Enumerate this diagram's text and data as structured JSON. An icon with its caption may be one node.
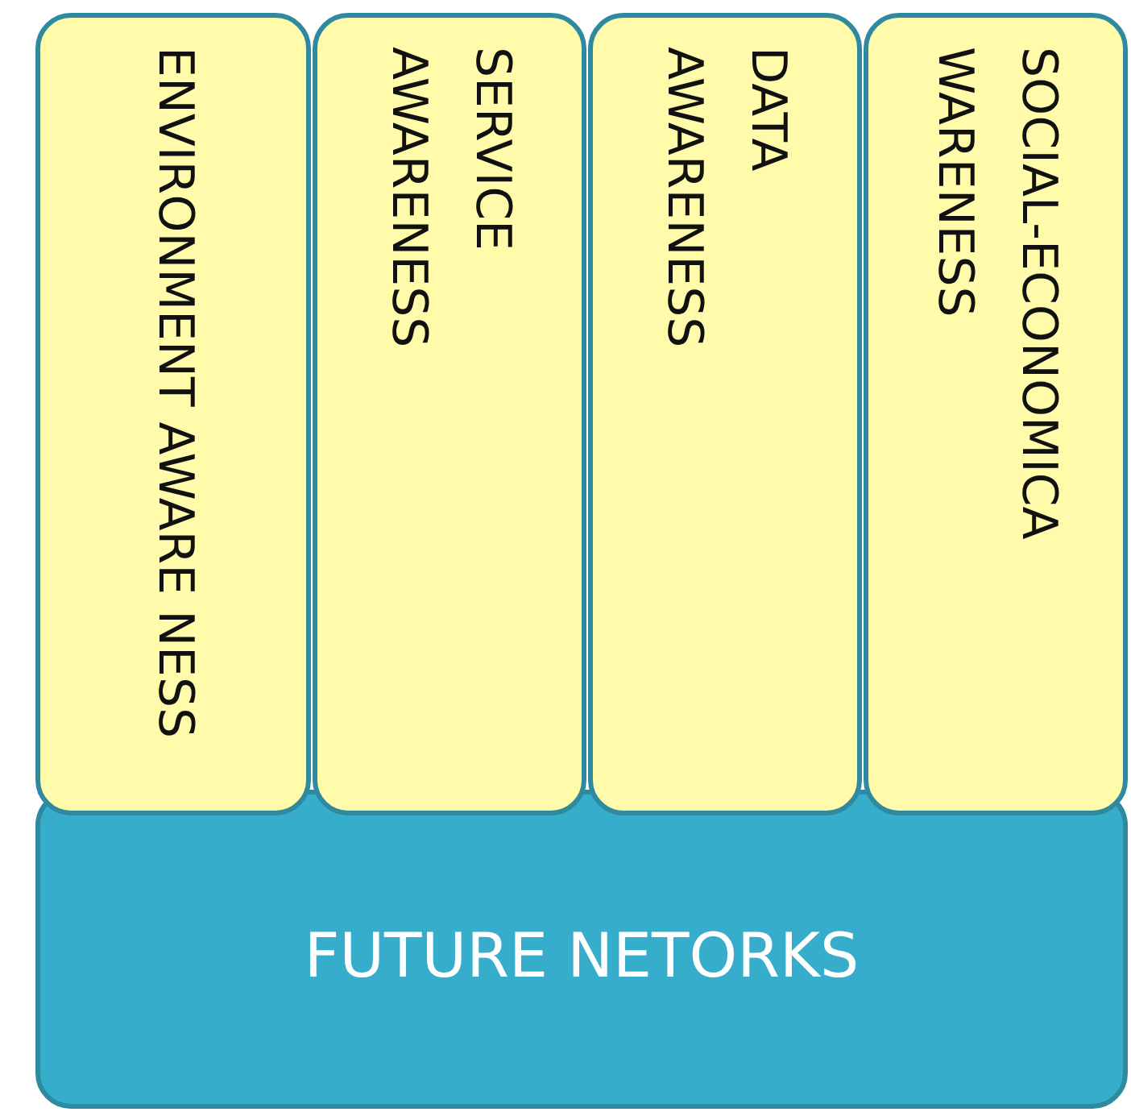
{
  "diagram": {
    "nodes": [
      {
        "text": [
          "ENVIRONMENT AWARE NESS"
        ]
      },
      {
        "text": [
          "SERVICE AWARENESS"
        ]
      },
      {
        "text": [
          "DATA AWARENESS"
        ]
      },
      {
        "text": [
          "SOCIAL-ECONOMICA WARENESS"
        ]
      },
      {
        "text": [
          "FUTURE NETORKS"
        ]
      }
    ]
  }
}
